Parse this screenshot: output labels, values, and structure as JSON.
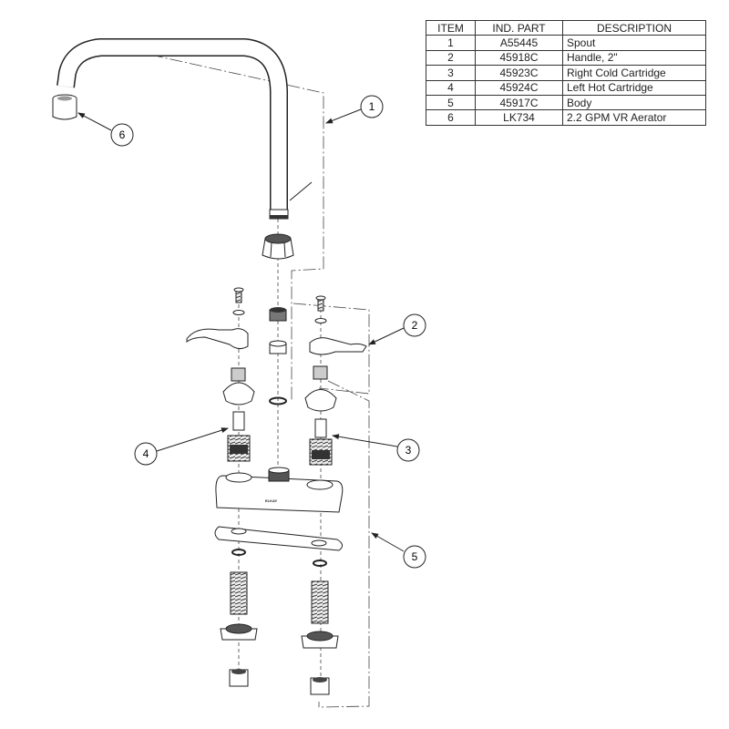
{
  "parts_table": {
    "headers": [
      "ITEM",
      "IND. PART",
      "DESCRIPTION"
    ],
    "rows": [
      {
        "item": "1",
        "part": "A55445",
        "description": "Spout"
      },
      {
        "item": "2",
        "part": "45918C",
        "description": "Handle, 2\""
      },
      {
        "item": "3",
        "part": "45923C",
        "description": "Right Cold Cartridge"
      },
      {
        "item": "4",
        "part": "45924C",
        "description": "Left Hot Cartridge"
      },
      {
        "item": "5",
        "part": "45917C",
        "description": "Body"
      },
      {
        "item": "6",
        "part": "LK734",
        "description": "2.2 GPM VR Aerator"
      }
    ]
  },
  "callouts": [
    "1",
    "2",
    "3",
    "4",
    "5",
    "6"
  ],
  "body_logo": "ELKAY"
}
